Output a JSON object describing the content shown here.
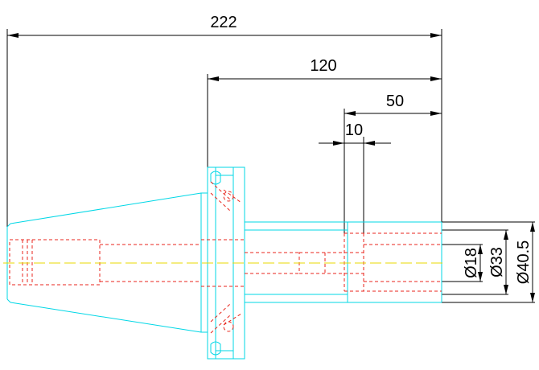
{
  "dimensions": {
    "overall_length": "222",
    "flange_to_end": "120",
    "bore_depth": "50",
    "bore_offset": "10",
    "dia_small": "Ø18",
    "dia_mid": "Ø33",
    "dia_large": "Ø40.5"
  },
  "colors": {
    "outline": "#00d7e6",
    "hidden": "#e8261c",
    "centerline": "#e8d800",
    "dimension": "#000000"
  }
}
